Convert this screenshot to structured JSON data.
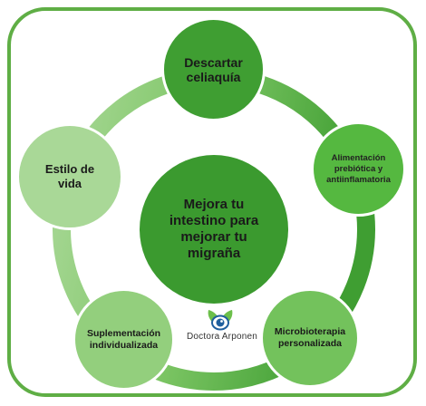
{
  "center": {
    "label": "Mejora tu\nintestino para\nmejorar tu\nmigraña"
  },
  "nodes": [
    {
      "id": "top",
      "label": "Descartar\nceliaquía"
    },
    {
      "id": "right",
      "label": "Alimentación\nprebiótica y\nantiinflamatoria"
    },
    {
      "id": "bottom_right",
      "label": "Microbioterapia\npersonalizada"
    },
    {
      "id": "bottom_left",
      "label": "Suplementación\nindividualizada"
    },
    {
      "id": "left",
      "label": "Estilo de\nvida"
    }
  ],
  "logo": {
    "text": "Doctora Arponen",
    "icon": "eye-leaf-logo-icon"
  },
  "colors": {
    "frame": "#5fae45",
    "center": "#3b9a2f",
    "top": "#3f9e32",
    "right": "#55b840",
    "bottom_right": "#73c25c",
    "bottom_left": "#93cf7d",
    "left": "#a9d897"
  }
}
